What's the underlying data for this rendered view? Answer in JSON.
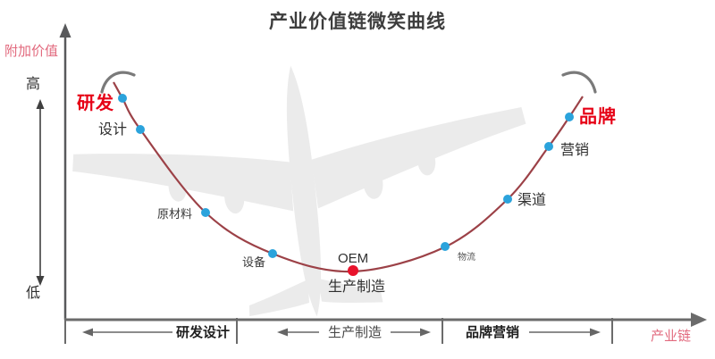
{
  "title": "产业价值链微笑曲线",
  "y_axis": {
    "label": "附加价值",
    "high": "高",
    "low": "低"
  },
  "x_axis": {
    "label": "产业链"
  },
  "curve": {
    "description": "smile-curve of added value across the industry chain",
    "points": [
      {
        "id": "rd",
        "label": "研发",
        "emphasis": true,
        "dot": "blue"
      },
      {
        "id": "design",
        "label": "设计",
        "emphasis": false,
        "dot": "blue"
      },
      {
        "id": "raw-materials",
        "label": "原材料",
        "emphasis": false,
        "dot": "blue"
      },
      {
        "id": "equipment",
        "label": "设备",
        "emphasis": false,
        "dot": "blue"
      },
      {
        "id": "oem",
        "label": "OEM",
        "sublabel": "生产制造",
        "emphasis": false,
        "dot": "red"
      },
      {
        "id": "logistics",
        "label": "物流",
        "emphasis": false,
        "dot": "blue"
      },
      {
        "id": "channel",
        "label": "渠道",
        "emphasis": false,
        "dot": "blue"
      },
      {
        "id": "marketing",
        "label": "营销",
        "emphasis": false,
        "dot": "blue"
      },
      {
        "id": "brand",
        "label": "品牌",
        "emphasis": true,
        "dot": "blue"
      }
    ]
  },
  "segments": [
    {
      "id": "rd-design",
      "label": "研发设计",
      "emphasis": true
    },
    {
      "id": "manufacturing",
      "label": "生产制造",
      "emphasis": false
    },
    {
      "id": "brand-marketing",
      "label": "品牌营销",
      "emphasis": true
    }
  ],
  "colors": {
    "curve": "#9c4147",
    "dot_blue": "#2ba3dc",
    "dot_red": "#e8132c",
    "accent_red": "#e60016",
    "axis_pink": "#e26a7e",
    "axis_gray": "#58595b",
    "plane_gray": "#ebebeb"
  }
}
